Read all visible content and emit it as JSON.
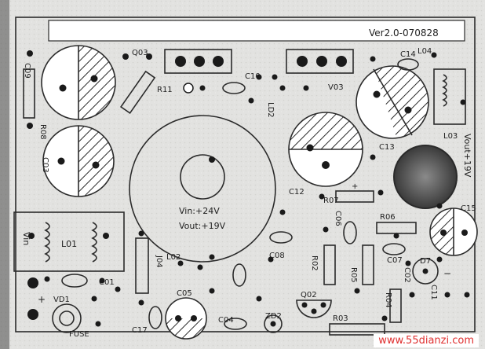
{
  "board": {
    "version": "Ver2.0-070828",
    "vin_label": "Vin:+24V",
    "vout_label": "Vout:+19V",
    "right_edge_label": "Vout+19V",
    "left_edge_label": "Vin",
    "fuse_label": "FUSE",
    "plus_sign": "+",
    "minus_sign": "−",
    "designators": {
      "q03": "Q03",
      "r11": "R11",
      "c10": "C10",
      "v03": "V03",
      "l04": "L04",
      "c09": "C09",
      "r08": "R08",
      "c03": "C03",
      "ld2": "LD2",
      "c12": "C12",
      "c13": "C13",
      "l03": "L03",
      "r07": "R07",
      "c06": "C06",
      "r06": "R06",
      "c15": "C15",
      "l01": "L01",
      "l02": "L02",
      "j04": "J04",
      "c08": "C08",
      "r02": "R02",
      "r05": "R05",
      "c07": "C07",
      "d7": "D7",
      "c01": "C01",
      "vd1": "VD1",
      "c05": "C05",
      "c17": "C17",
      "c04": "C04",
      "zd2": "ZD2",
      "q02": "Q02",
      "r03": "R03",
      "r04": "R04",
      "c02": "C02",
      "c11": "C11",
      "c14": "C14"
    }
  },
  "watermark": "www.55dianzi.com",
  "colors": {
    "background": "#ffffff",
    "board": "#d9d9d6",
    "silkscreen": "#2b2b2b",
    "pad": "#1a1a1a",
    "watermark": "#e03030"
  }
}
